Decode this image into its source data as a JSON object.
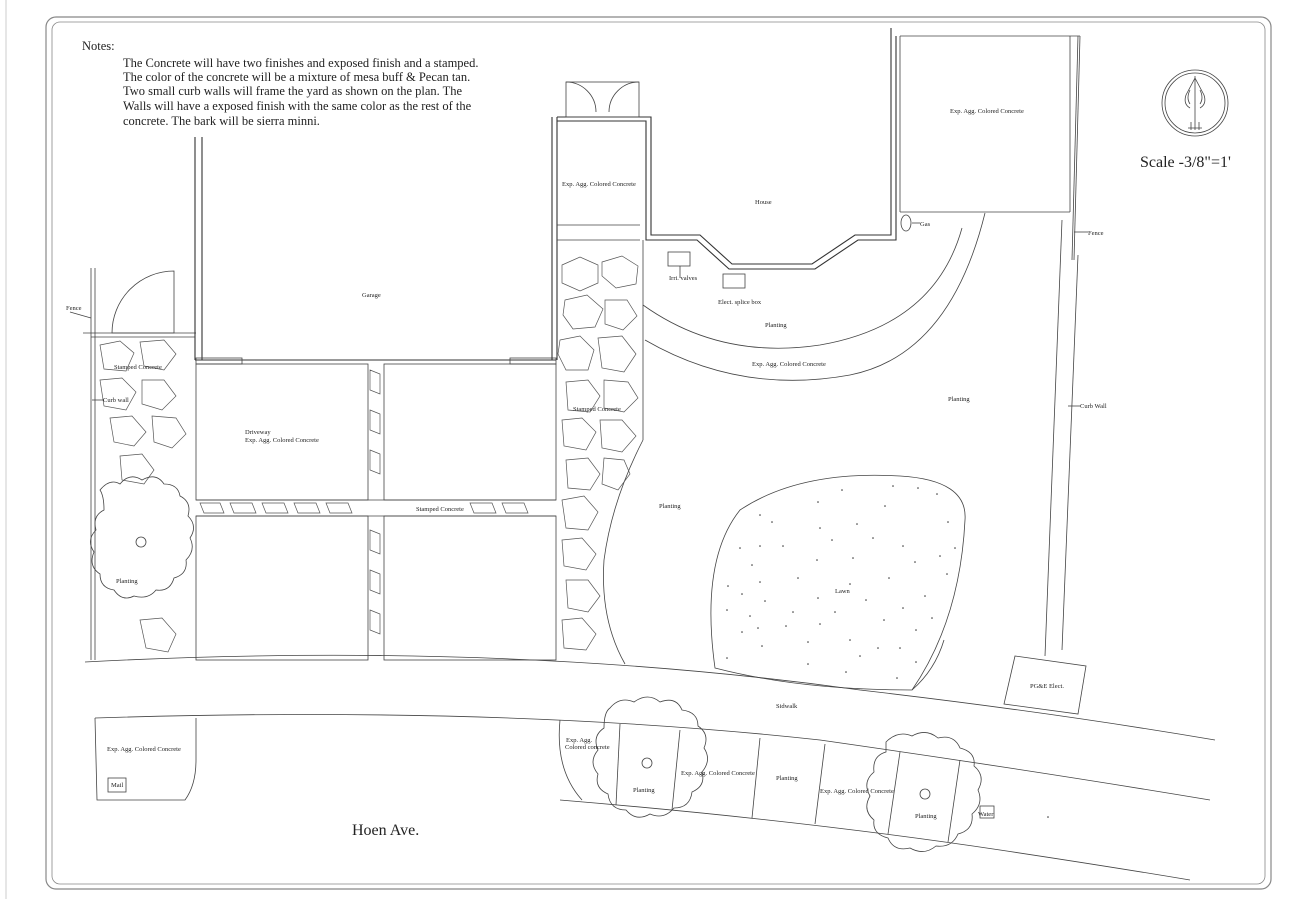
{
  "notes": {
    "heading": "Notes:",
    "lines": [
      "The Concrete will have two finishes and exposed finish and a stamped.",
      "The color of the concrete will be a mixture of mesa buff & Pecan tan.",
      "Two small curb walls will frame the yard as shown on the plan. The",
      "Walls will have a exposed finish with the same color as the rest of the",
      "concrete.  The bark will be sierra minni."
    ]
  },
  "scale_text": "Scale -3/8\"=1'",
  "street_name": "Hoen Ave.",
  "labels": {
    "fence_left": "Fence",
    "fence_right": "Fence",
    "curb_wall_left": "Curb wall",
    "curb_wall_right": "Curb Wall",
    "garage": "Garage",
    "house": "House",
    "gas": "Gas",
    "irri_valves": "Irri. valves",
    "elect_splice": "Elect. splice box",
    "stamped_left": "Stamped Concrete",
    "stamped_mid": "Stamped Concrete",
    "stamped_drive": "Stamped Concrete",
    "driveway": "Driveway",
    "driveway_sub": "Exp. Agg. Colored Concrete",
    "exp_entry": "Exp. Agg. Colored Concrete",
    "exp_topright": "Exp. Agg. Colored Concrete",
    "exp_arc": "Exp. Agg. Colored Concrete",
    "planting_arc": "Planting",
    "planting_right": "Planting",
    "planting_mid": "Planting",
    "planting_left_tree": "Planting",
    "lawn": "Lawn",
    "pge": "PG&E Elect.",
    "sidewalk": "Sidwalk",
    "exp_street_left": "Exp. Agg. Colored Concrete",
    "mail": "Mail",
    "exp_street_a1": "Exp. Agg.",
    "exp_street_a2": "Colored concrete",
    "planting_tree_a": "Planting",
    "exp_street_b": "Exp. Agg. Colored Concrete",
    "planting_strip": "Planting",
    "exp_street_c": "Exp. Agg. Colored Concrete",
    "planting_tree_b": "Planting",
    "water": "Water"
  }
}
